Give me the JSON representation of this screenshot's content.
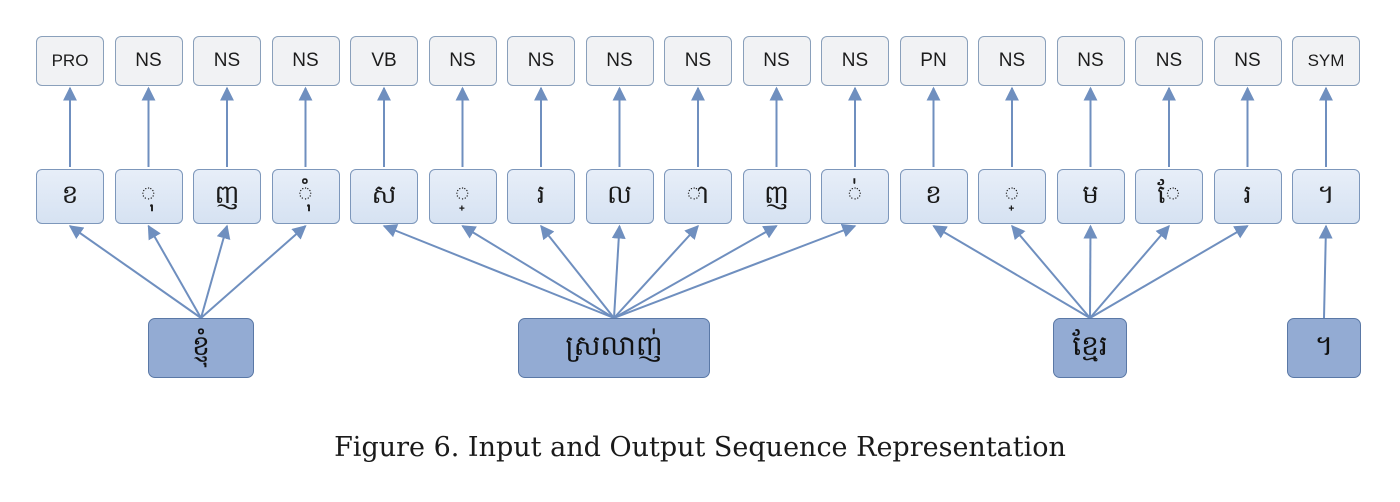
{
  "tags": [
    "PRO",
    "NS",
    "NS",
    "NS",
    "VB",
    "NS",
    "NS",
    "NS",
    "NS",
    "NS",
    "NS",
    "PN",
    "NS",
    "NS",
    "NS",
    "NS",
    "SYM"
  ],
  "chars": [
    "ខ",
    "◌ុ",
    "ញ",
    "◌ុំ",
    "ស",
    "◌្",
    "រ",
    "ល",
    "◌ា",
    "ញ",
    "◌់",
    "ខ",
    "◌្",
    "ម",
    "◌ែ",
    "រ",
    "។"
  ],
  "words": [
    {
      "text": "ខ្ញុំ",
      "char_indices": [
        0,
        1,
        2,
        3
      ]
    },
    {
      "text": "ស្រលាញ់",
      "char_indices": [
        4,
        5,
        6,
        7,
        8,
        9,
        10
      ]
    },
    {
      "text": "ខ្មែរ",
      "char_indices": [
        11,
        12,
        13,
        14,
        15
      ]
    },
    {
      "text": "។",
      "char_indices": [
        16
      ]
    }
  ],
  "colors": {
    "arrow": "#6f8fbf",
    "tag_fill": "#f1f2f4",
    "char_fill": "#dce6f4",
    "word_fill": "#93abd3"
  },
  "caption": "Figure 6.  Input and Output Sequence Representation"
}
